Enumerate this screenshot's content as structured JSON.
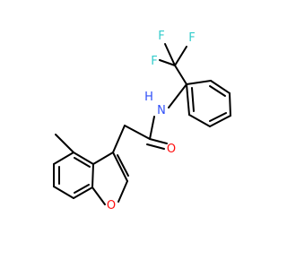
{
  "molecule": {
    "atoms": {
      "f1": "F",
      "f2": "F",
      "f3": "F",
      "nh": "N\nH",
      "n": "N",
      "h": "H",
      "o_carbonyl": "O",
      "o_furan": "O"
    },
    "colors": {
      "bond": "#000000",
      "fluorine": "#33cccc",
      "nitrogen": "#3050f8",
      "oxygen": "#ff0d0d"
    }
  }
}
